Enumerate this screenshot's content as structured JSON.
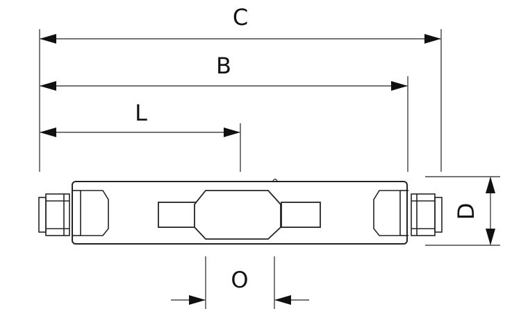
{
  "diagram": {
    "labels": {
      "c": "C",
      "b": "B",
      "l": "L",
      "d": "D",
      "o": "O"
    },
    "colors": {
      "line": "#222222",
      "background": "#ffffff"
    }
  }
}
